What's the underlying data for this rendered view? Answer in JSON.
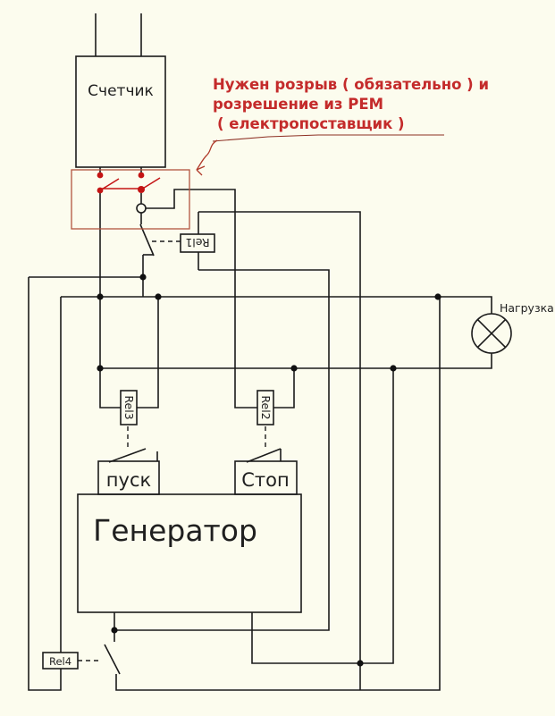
{
  "diagram": {
    "meter_label": "Счетчик",
    "generator_label": "Генератор",
    "load_label": "Нагрузка",
    "buttons": {
      "start": "пуск",
      "stop": "Стоп"
    },
    "relays": {
      "rel1": "Rel1",
      "rel2": "Rel2",
      "rel3": "Rel3",
      "rel4": "Rel4"
    },
    "annotation": {
      "line1": "Нужен розрыв ( обязательно ) и",
      "line2": "розрешение из РЕМ",
      "line3": "( електропоставщик )"
    },
    "colors": {
      "background": "#fcfcee",
      "wire": "#1b1b1b",
      "annotation_red": "#c42b2b",
      "contact_red": "#c41414",
      "highlight_box_red": "#b2543f"
    }
  }
}
